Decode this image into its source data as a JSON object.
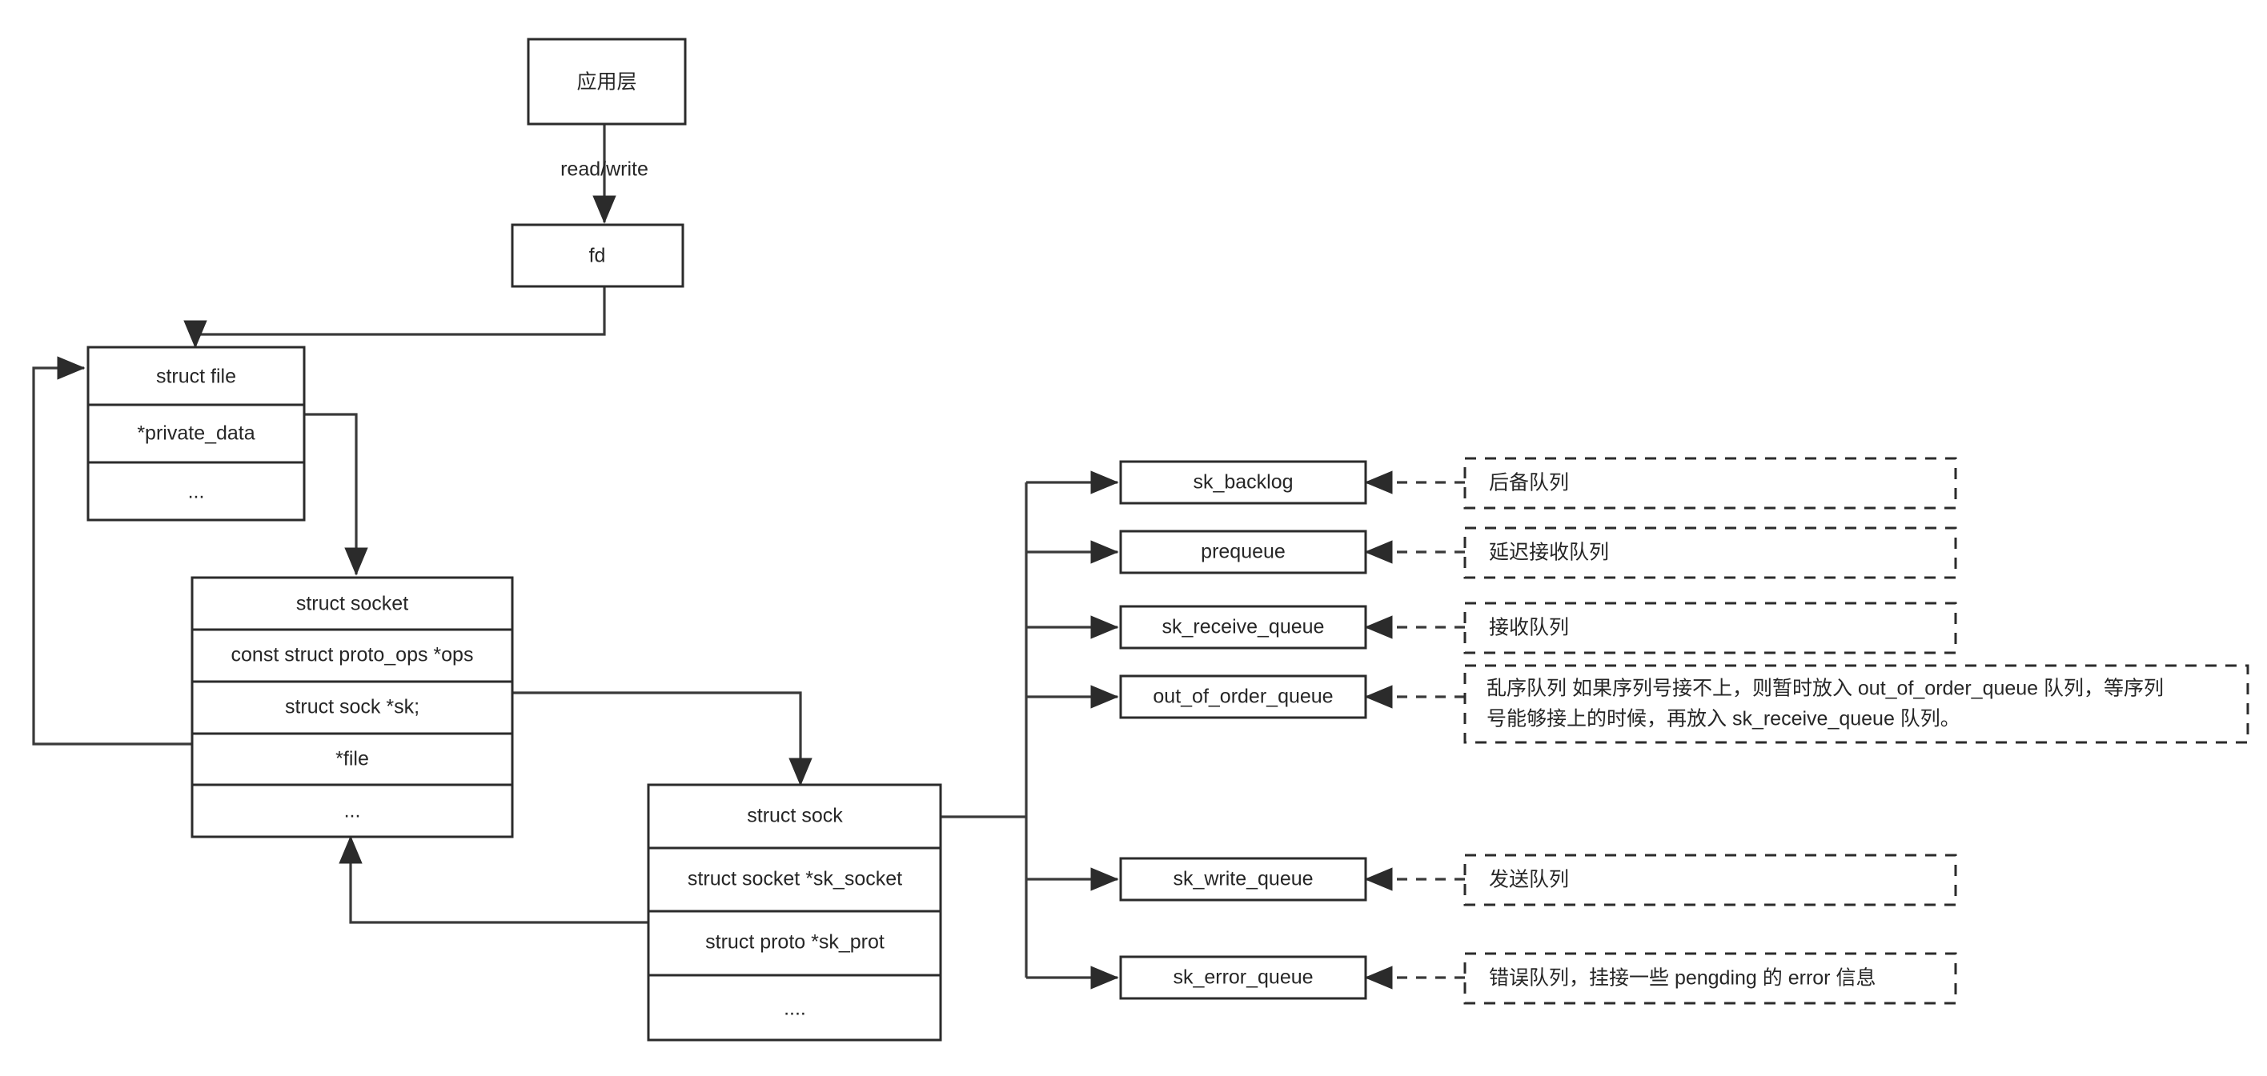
{
  "diagram": {
    "title": "Linux socket kernel data structures",
    "colors": {
      "stroke": "#2b2b2b",
      "connector": "#3a3a3a",
      "text": "#262626",
      "background": "#ffffff"
    }
  },
  "nodes": {
    "app_layer": {
      "label": "应用层"
    },
    "fd": {
      "label": "fd"
    },
    "read_write_edge": {
      "label": "read/write"
    },
    "struct_file": {
      "title": "struct  file",
      "rows": [
        "*private_data",
        "..."
      ]
    },
    "struct_socket": {
      "title": "struct  socket",
      "rows": [
        "const struct proto_ops *ops",
        "struct sock  *sk;",
        "*file",
        "..."
      ]
    },
    "struct_sock": {
      "title": "struct sock",
      "rows": [
        "struct socket  *sk_socket",
        "struct proto  *sk_prot",
        "...."
      ]
    }
  },
  "queues": [
    {
      "name": "sk_backlog",
      "note": "后备队列"
    },
    {
      "name": "prequeue",
      "note": "延迟接收队列"
    },
    {
      "name": "sk_receive_queue",
      "note": "接收队列"
    },
    {
      "name": "out_of_order_queue",
      "note_line1": "乱序队列  如果序列号接不上，则暂时放入 out_of_order_queue 队列，等序列",
      "note_line2": "号能够接上的时候，再放入 sk_receive_queue 队列。"
    },
    {
      "name": "sk_write_queue",
      "note": "发送队列"
    },
    {
      "name": "sk_error_queue",
      "note": "错误队列，挂接一些 pengding 的 error 信息"
    }
  ]
}
